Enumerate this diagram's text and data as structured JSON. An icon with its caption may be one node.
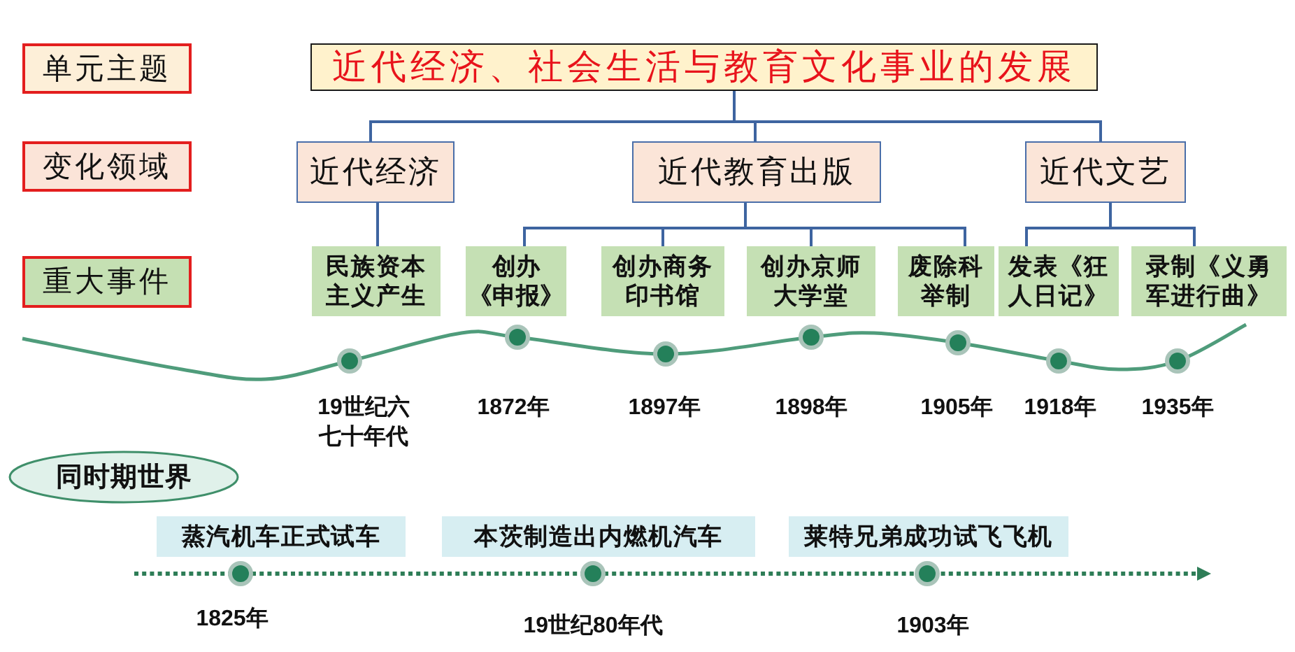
{
  "diagram": {
    "nodes": [
      {
        "text": [
          "单元主题"
        ]
      },
      {
        "text": [
          "近代经济、社会生活与教育文化事业的发展"
        ]
      },
      {
        "text": [
          "变化领域"
        ]
      },
      {
        "text": [
          "近代经济"
        ]
      },
      {
        "text": [
          "近代教育出版"
        ]
      },
      {
        "text": [
          "近代文艺"
        ]
      },
      {
        "text": [
          "重大事件"
        ]
      },
      {
        "text": [
          "民族资本主义产生"
        ]
      },
      {
        "text": [
          "创办《申报》"
        ]
      },
      {
        "text": [
          "创办商务印书馆"
        ]
      },
      {
        "text": [
          "创办京师大学堂"
        ]
      },
      {
        "text": [
          "废除科举制"
        ]
      },
      {
        "text": [
          "发表《狂人日记》"
        ]
      },
      {
        "text": [
          "录制《义勇军进行曲》"
        ]
      },
      {
        "text": [
          "同时期世界"
        ]
      },
      {
        "text": [
          "蒸汽机车正式试车"
        ]
      },
      {
        "text": [
          "本茨制造出内燃机汽车"
        ]
      },
      {
        "text": [
          "莱特兄弟成功试飞飞机"
        ]
      }
    ],
    "edges": [
      {
        "from": 1,
        "to": 3,
        "arrow": "none"
      },
      {
        "from": 1,
        "to": 4,
        "arrow": "none"
      },
      {
        "from": 1,
        "to": 5,
        "arrow": "none"
      },
      {
        "from": 3,
        "to": 7,
        "arrow": "none"
      },
      {
        "from": 4,
        "to": 8,
        "arrow": "none"
      },
      {
        "from": 4,
        "to": 9,
        "arrow": "none"
      },
      {
        "from": 4,
        "to": 10,
        "arrow": "none"
      },
      {
        "from": 4,
        "to": 11,
        "arrow": "none"
      },
      {
        "from": 5,
        "to": 12,
        "arrow": "none"
      },
      {
        "from": 5,
        "to": 13,
        "arrow": "none"
      }
    ],
    "labels": [
      "19世纪六七十年代",
      "1872年",
      "1897年",
      "1898年",
      "1905年",
      "1918年",
      "1935年",
      "1825年",
      "19世纪80年代",
      "1903年"
    ]
  }
}
